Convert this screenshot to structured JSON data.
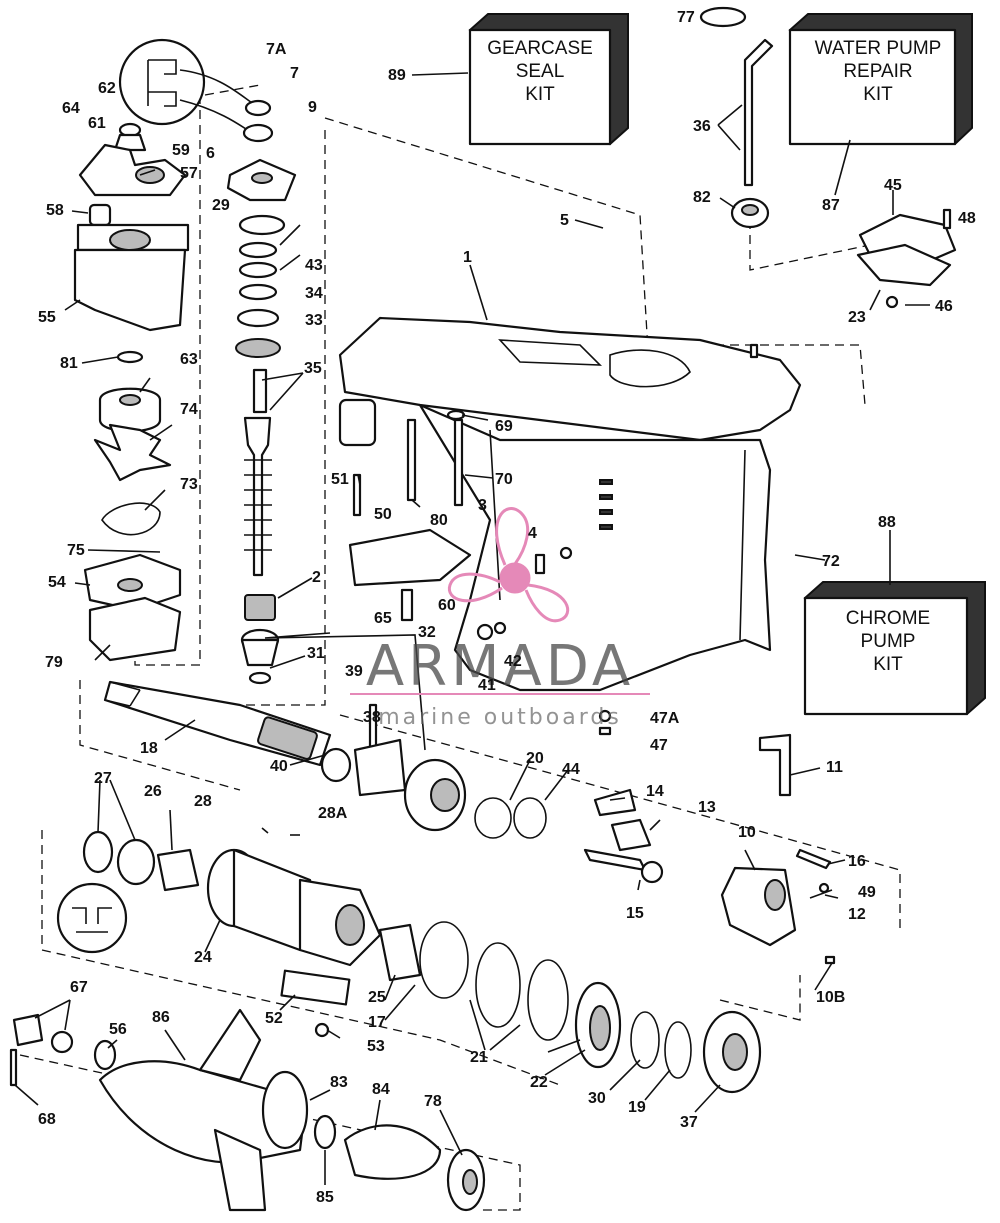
{
  "watermark": {
    "brand": "ARMADA",
    "tagline": "marine outboards",
    "accent_color": "#e589b8"
  },
  "kits": [
    {
      "id": "89",
      "lines": [
        "GEARCASE",
        "SEAL",
        "KIT"
      ]
    },
    {
      "id": "87",
      "lines": [
        "WATER PUMP",
        "REPAIR",
        "KIT"
      ]
    },
    {
      "id": "88",
      "lines": [
        "CHROME",
        "PUMP",
        "KIT"
      ]
    }
  ],
  "callouts": [
    "1",
    "2",
    "3",
    "4",
    "5",
    "6",
    "7",
    "7A",
    "9",
    "10",
    "10B",
    "11",
    "12",
    "13",
    "14",
    "15",
    "16",
    "17",
    "18",
    "19",
    "20",
    "21",
    "22",
    "23",
    "24",
    "25",
    "26",
    "27",
    "28",
    "28A",
    "29",
    "30",
    "31",
    "32",
    "33",
    "34",
    "35",
    "36",
    "37",
    "38",
    "39",
    "40",
    "41",
    "42",
    "43",
    "44",
    "45",
    "46",
    "47",
    "47A",
    "48",
    "49",
    "50",
    "51",
    "52",
    "53",
    "54",
    "55",
    "56",
    "57",
    "58",
    "59",
    "60",
    "61",
    "62",
    "63",
    "64",
    "65",
    "67",
    "68",
    "69",
    "70",
    "72",
    "73",
    "74",
    "75",
    "77",
    "78",
    "79",
    "80",
    "81",
    "82",
    "83",
    "84",
    "85",
    "86",
    "87",
    "88",
    "89"
  ]
}
